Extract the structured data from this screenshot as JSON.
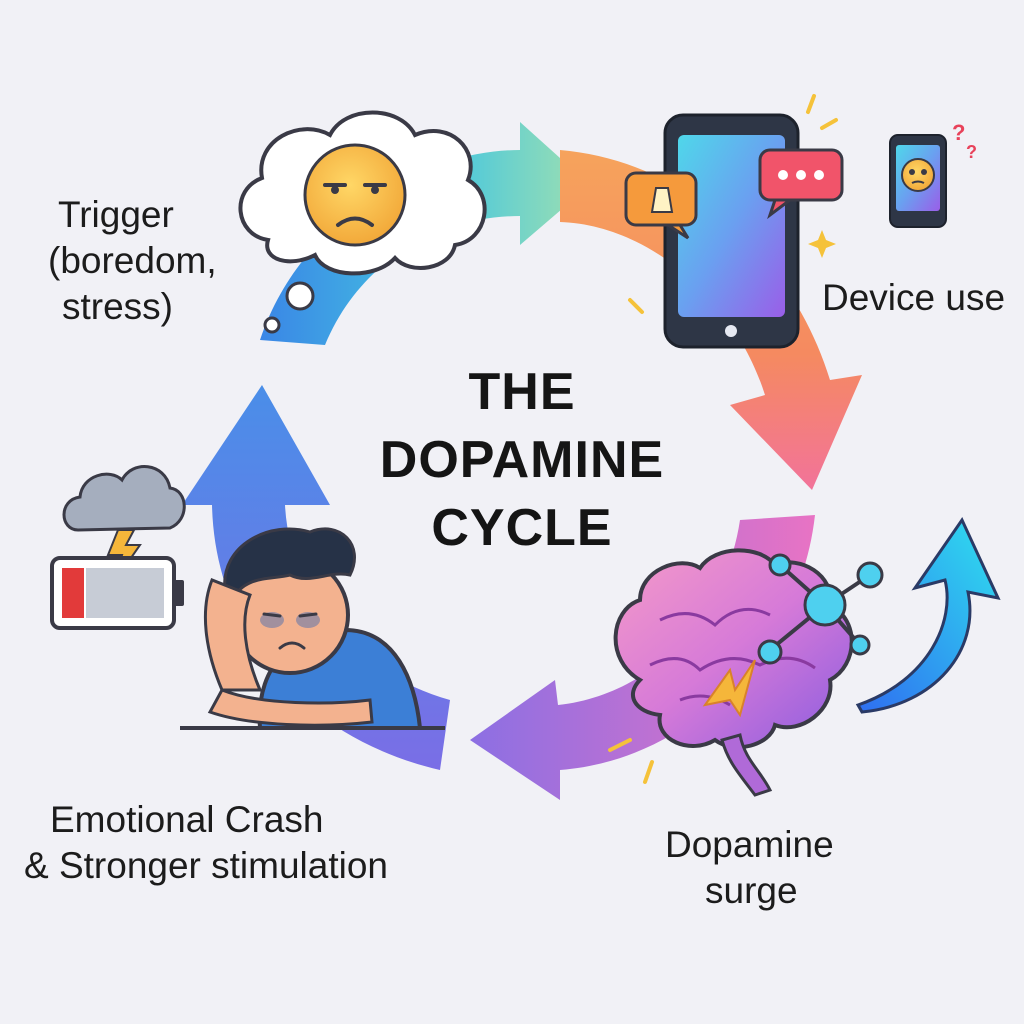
{
  "title": {
    "line1": "THE",
    "line2": "DOPAMINE",
    "line3": "CYCLE"
  },
  "stages": [
    {
      "lines": [
        "Trigger",
        "(boredom,",
        "stress)"
      ],
      "icon": "sad-face-thought-bubble-icon"
    },
    {
      "lines": [
        "Device use"
      ],
      "icon": "smartphone-notifications-icon"
    },
    {
      "lines": [
        "Dopamine",
        "surge"
      ],
      "icon": "brain-molecule-icon"
    },
    {
      "lines": [
        "Emotional Crash",
        "& Stronger stimulation"
      ],
      "icon": "sad-person-low-battery-icon"
    }
  ],
  "colors": {
    "background": "#f1f1f6",
    "arc_blue": "#4a9be8",
    "arc_orange": "#f5935a",
    "arc_pink": "#f06ea0",
    "arc_purple": "#9b6ae0",
    "arrow_cyan": "#2fd0ef"
  }
}
